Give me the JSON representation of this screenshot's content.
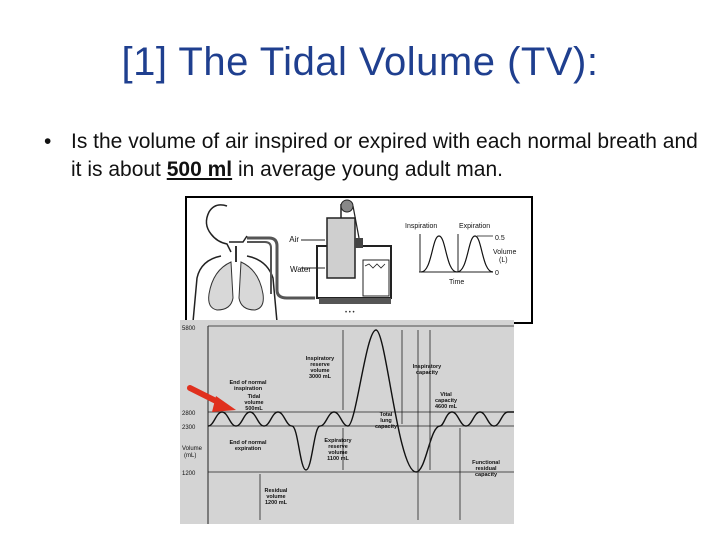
{
  "slide": {
    "title": "[1] The Tidal Volume (TV):",
    "bullet_symbol": "•",
    "bullet_before": "Is the volume of air inspired or expired with each normal breath and it is about ",
    "bullet_bold": "500 ml",
    "bullet_after": " in average young adult man."
  },
  "spirometer": {
    "air_label": "Air",
    "water_label": "Water",
    "inspiration_label": "Inspiration",
    "expiration_label": "Expiration",
    "value_label": "0.5",
    "volume_label": "Volume",
    "volume_unit": "(L)",
    "zero_label": "0",
    "time_label": "Time"
  },
  "volume_chart": {
    "y_ticks": [
      "5800",
      "2800",
      "2300",
      "1200"
    ],
    "y_axis_label_1": "Volume",
    "y_axis_label_2": "(mL)",
    "irv_label": [
      "Inspiratory",
      "reserve",
      "volume",
      "3000 mL"
    ],
    "ic_label": [
      "Inspiratory",
      "capacity"
    ],
    "end_insp_label": [
      "End of normal",
      "inspiration"
    ],
    "tidal_label": [
      "Tidal",
      "volume",
      "500mL"
    ],
    "vc_label": [
      "Vital",
      "capacity",
      "4600 mL"
    ],
    "tlc_label": [
      "Total",
      "lung",
      "capacity"
    ],
    "end_exp_label": [
      "End of normal",
      "expiration"
    ],
    "erv_label": [
      "Expiratory",
      "reserve",
      "volume",
      "1100 mL"
    ],
    "frc_label": [
      "Functional",
      "residual",
      "capacity"
    ],
    "rv_label": [
      "Residual",
      "volume",
      "1200 mL"
    ]
  },
  "colors": {
    "title": "#1f3f8f",
    "arrow": "#e0301e",
    "chart_bg": "#d4d4d4"
  }
}
